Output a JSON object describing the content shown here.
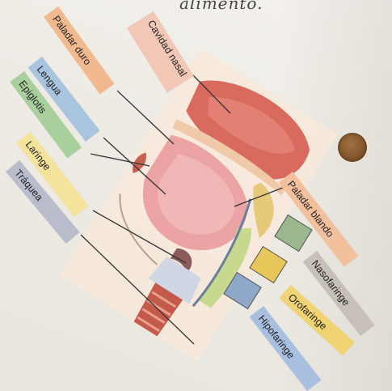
{
  "handwriting": "alimento.",
  "labels": {
    "cavidad_nasal": "Cavidad nasal",
    "paladar_duro": "Paladar duro",
    "lengua": "Lengua",
    "epiglotis": "Epiglotis",
    "laringe": "Laringe",
    "traquea": "Tráquea",
    "paladar_blando": "Paladar blando",
    "nasofaringe": "Nasofaringe",
    "orofaringe": "Orofaringe",
    "hipofaringe": "Hipofaringe"
  },
  "colors": {
    "cavidad_nasal": "#f2c7b6",
    "paladar_duro": "#f2b98e",
    "lengua": "#a9c4df",
    "epiglotis": "#a8cf9c",
    "laringe": "#f4e39a",
    "traquea": "#b9bccb",
    "paladar_blando": "#f3c09d",
    "nasofaringe": "#c7c0b8",
    "orofaringe": "#f2d374",
    "hipofaringe": "#a9bfe0",
    "swatch_nasofaringe": "#9ab88e",
    "swatch_orofaringe": "#e8c75a",
    "swatch_hipofaringe": "#8fa7c9"
  }
}
